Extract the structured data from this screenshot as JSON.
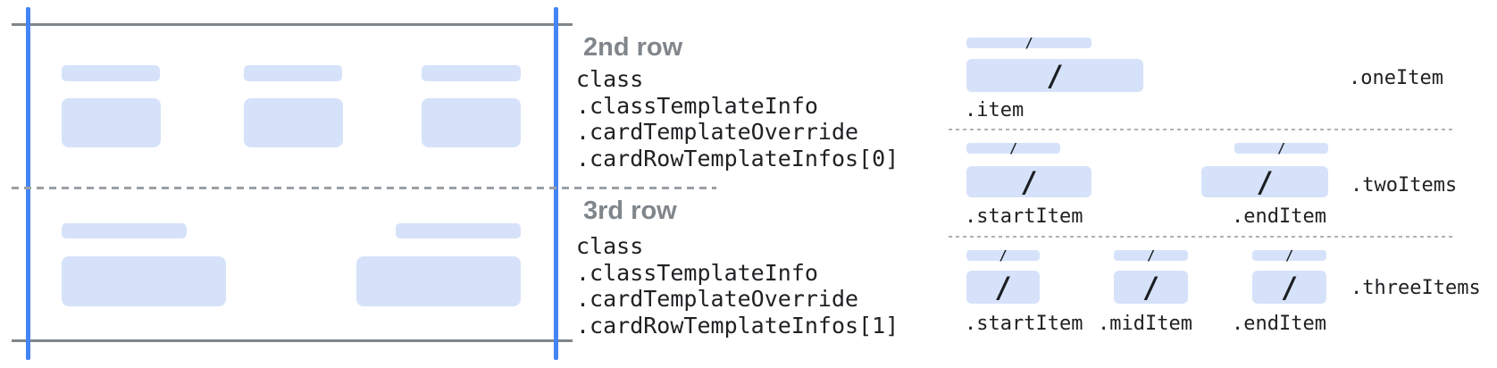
{
  "colors": {
    "accent_blue": "#4285f4",
    "line_gray": "#80868b",
    "dash_gray": "#9aa0a6",
    "dot_gray": "#aeb2b7",
    "bar_fill": "#d6e2fa",
    "heading_gray": "#80868b",
    "code_dark": "#202124"
  },
  "glyphs": {
    "slash": "/"
  },
  "annotations": {
    "row2": {
      "heading": "2nd row",
      "code": [
        "class",
        ".classTemplateInfo",
        ".cardTemplateOverride",
        ".cardRowTemplateInfos[0]"
      ]
    },
    "row3": {
      "heading": "3rd row",
      "code": [
        "class",
        ".classTemplateInfo",
        ".cardTemplateOverride",
        ".cardRowTemplateInfos[1]"
      ]
    }
  },
  "right_diagram": {
    "rows": [
      {
        "name": ".oneItem",
        "item_labels": [
          ".item"
        ]
      },
      {
        "name": ".twoItems",
        "item_labels": [
          ".startItem",
          ".endItem"
        ]
      },
      {
        "name": ".threeItems",
        "item_labels": [
          ".startItem",
          ".midItem",
          ".endItem"
        ]
      }
    ]
  }
}
